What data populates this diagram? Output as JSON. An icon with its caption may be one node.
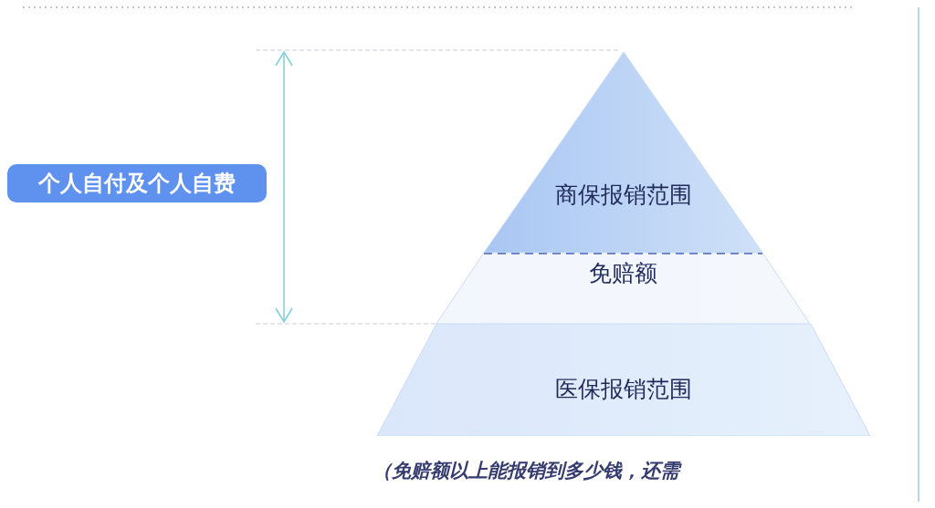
{
  "diagram": {
    "caption": "（免赔额以上能报销到多少钱，还需",
    "nodes": [
      {
        "text": [
          "个人自付及个人自费"
        ]
      },
      {
        "text": [
          "商保报销范围"
        ]
      },
      {
        "text": [
          "免赔额"
        ]
      },
      {
        "text": [
          "医保报销范围"
        ]
      }
    ],
    "edges": []
  }
}
